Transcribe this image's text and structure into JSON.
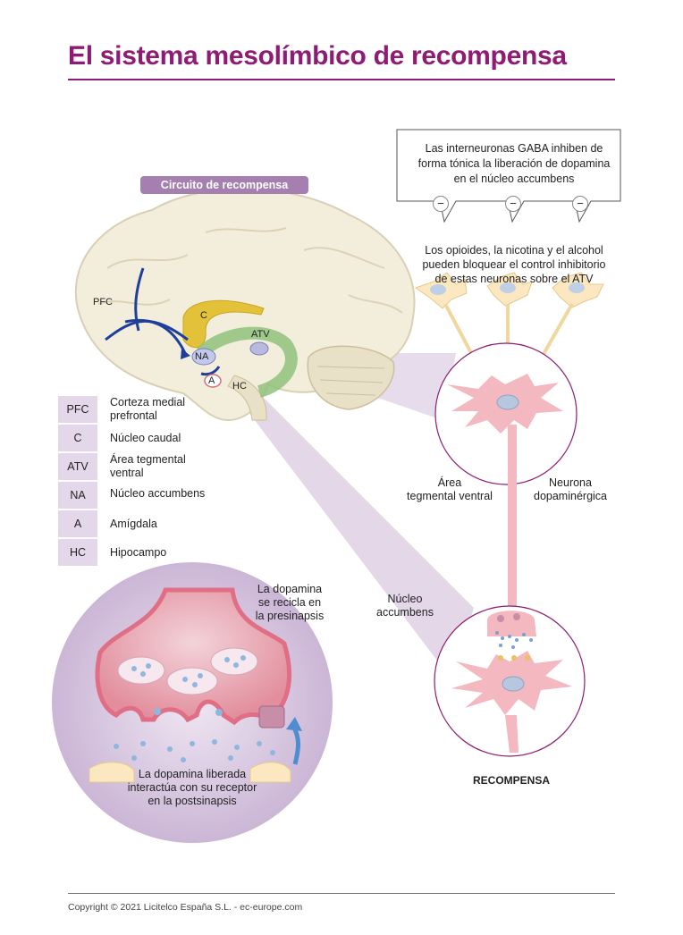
{
  "title": "El sistema mesolímbico de recompensa",
  "circuit_label": "Circuito de recompensa",
  "gaba_callout": [
    "Las interneuronas GABA inhiben de",
    "forma tónica la liberación de dopamina",
    "en el núcleo accumbens"
  ],
  "opioid_text": [
    "Los opioides, la nicotina y el alcohol",
    "pueden bloquear el control inhibitorio",
    "de estas neuronas sobre el ATV"
  ],
  "inhibit_symbol": "−",
  "brain_labels": {
    "pfc": "PFC",
    "c": "C",
    "atv": "ATV",
    "na": "NA",
    "a": "A",
    "hc": "HC"
  },
  "legend": [
    {
      "abbr": "PFC",
      "desc": [
        "Corteza medial",
        "prefrontal"
      ]
    },
    {
      "abbr": "C",
      "desc": [
        "Núcleo caudal"
      ]
    },
    {
      "abbr": "ATV",
      "desc": [
        "Área tegmental",
        "ventral"
      ]
    },
    {
      "abbr": "NA",
      "desc": [
        "Núcleo accumbens"
      ]
    },
    {
      "abbr": "A",
      "desc": [
        "Amígdala"
      ]
    },
    {
      "abbr": "HC",
      "desc": [
        "Hipocampo"
      ]
    }
  ],
  "vta_label": [
    "Área",
    "tegmental ventral"
  ],
  "neuron_label": [
    "Neurona",
    "dopaminérgica"
  ],
  "nucleus_label": [
    "Núcleo",
    "accumbens"
  ],
  "recycle_label": [
    "La dopamina",
    "se recicla en",
    "la presinapsis"
  ],
  "released_label": [
    "La dopamina liberada",
    "interactúa con su receptor",
    "en la postsinapsis"
  ],
  "reward_label": "RECOMPENSA",
  "footer": "Copyright © 2021 Licitelco España S.L. - ec-europe.com",
  "colors": {
    "accent": "#8e1b74",
    "pill": "#a67fb1",
    "legend_bg": "#e4d7e9",
    "neuron": "#f3b8c0",
    "brain": "#f3eedc",
    "caudate": "#e3c23a",
    "pathway": "#8fc27d",
    "arrow": "#1f3f9a"
  }
}
